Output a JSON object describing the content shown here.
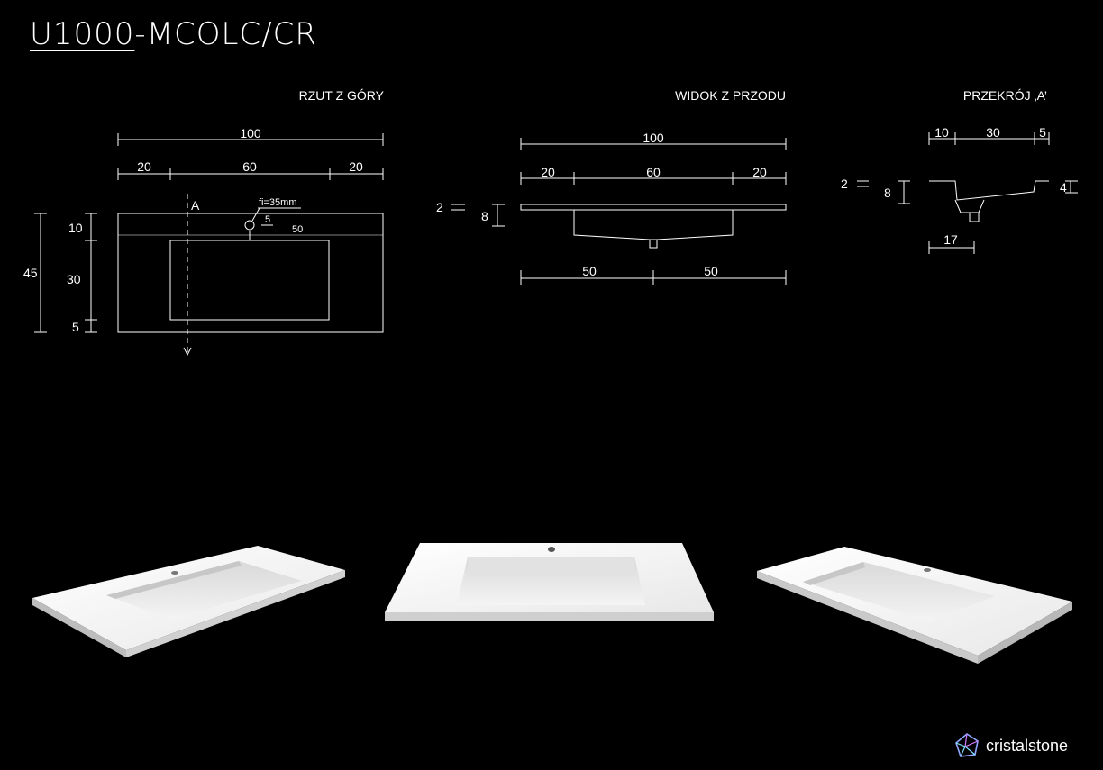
{
  "title": {
    "model": "U1000",
    "suffix": "-MCOLC/CR"
  },
  "views": {
    "top": "RZUT Z GÓRY",
    "front": "WIDOK Z PRZODU",
    "section": "PRZEKRÓJ ‚A’"
  },
  "top_view": {
    "width": "100",
    "split_left": "20",
    "split_mid": "60",
    "split_right": "20",
    "depth": "45",
    "depth_top": "10",
    "depth_mid": "30",
    "depth_bottom": "5",
    "section_mark": "A",
    "hole_label": "fi=35mm",
    "hole_offset": "5",
    "hole_pos": "50"
  },
  "front_view": {
    "width": "100",
    "split_left": "20",
    "split_mid": "60",
    "split_right": "20",
    "slab": "2",
    "height": "8",
    "half_left": "50",
    "half_right": "50"
  },
  "section_view": {
    "top_left": "10",
    "top_mid": "30",
    "top_right": "5",
    "slab": "2",
    "height": "8",
    "rim": "4",
    "drain": "17"
  },
  "brand": {
    "name": "cristalstone"
  }
}
